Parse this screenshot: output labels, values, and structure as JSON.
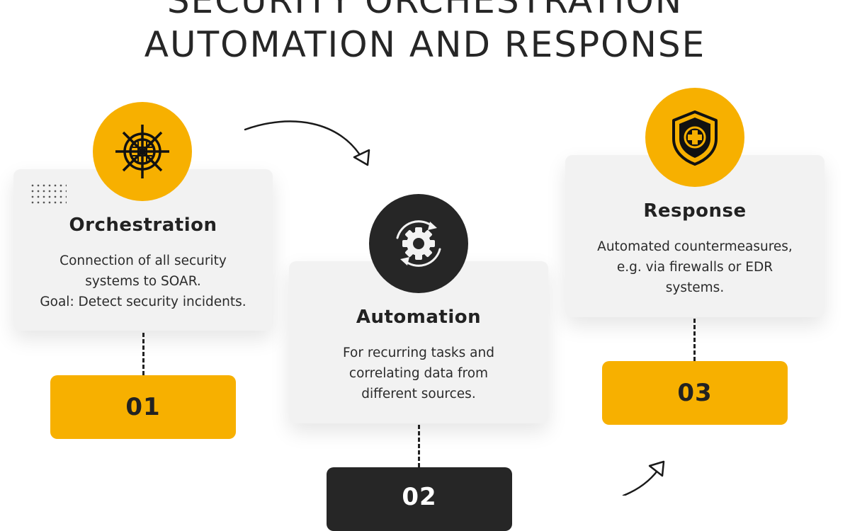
{
  "title": {
    "line1": "SECURITY ORCHESTRATION",
    "line2": "AUTOMATION AND RESPONSE"
  },
  "steps": [
    {
      "number": "01",
      "heading": "Orchestration",
      "description": [
        "Connection of all security",
        "systems to SOAR.",
        "Goal: Detect security incidents."
      ],
      "icon": "ship-wheel-icon"
    },
    {
      "number": "02",
      "heading": "Automation",
      "description": [
        "For recurring tasks and",
        "correlating data from",
        "different sources."
      ],
      "icon": "gear-cycle-icon"
    },
    {
      "number": "03",
      "heading": "Response",
      "description": [
        "Automated countermeasures,",
        "e.g. via firewalls or EDR",
        "systems."
      ],
      "icon": "shield-plus-icon"
    }
  ],
  "colors": {
    "accent": "#f7b000",
    "dark": "#262626",
    "card": "#f2f2f2"
  }
}
